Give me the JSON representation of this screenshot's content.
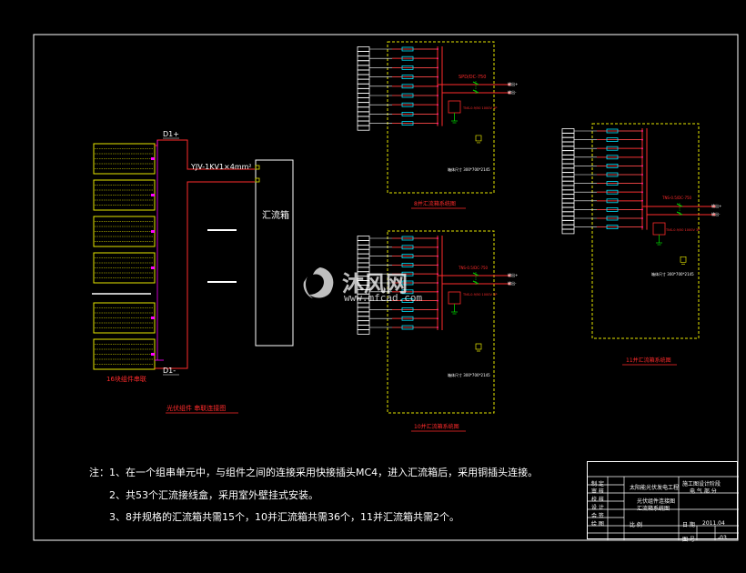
{
  "diagram": {
    "pv_string": {
      "top_terminal": "D1+",
      "bottom_terminal": "D1-",
      "cable": "YJV-1KV1×4mm²",
      "combiner_box": "汇流箱",
      "string_label": "16块组件串联",
      "caption": "光伏组件 串联连接图",
      "module_count": 6
    },
    "box_8": {
      "caption": "8并汇流箱系统图",
      "spd_label": "SPD/DC-750",
      "inputs": 8,
      "fuses": 9,
      "breaker_label": "TNS-0.9/50 1000V 3P",
      "size_label": "箱体尺寸 300*700*2145",
      "outputs": [
        "输出+",
        "输出-"
      ]
    },
    "box_10": {
      "caption": "10并汇流箱系统图",
      "spd_label": "TNS-0.5/DC-750",
      "inputs": 10,
      "fuses": 11,
      "breaker_label": "TNS-0.9/50 1000V 3P",
      "size_label": "箱体尺寸 300*700*2145",
      "outputs": [
        "输出+",
        "输出-"
      ]
    },
    "box_11": {
      "caption": "11并汇流箱系统图",
      "spd_label": "TNS-0.5/DC-750",
      "inputs": 11,
      "fuses": 12,
      "breaker_label": "TNS-0.9/50 1000V 3P",
      "size_label": "箱体尺寸 300*700*2145",
      "outputs": [
        "输出+",
        "输出-"
      ]
    }
  },
  "notes": {
    "line1": "注：1、在一个组串单元中，与组件之间的连接采用快接插头MC4，进入汇流箱后，采用铜插头连接。",
    "line2": "2、共53个汇流接线盒，采用室外壁挂式安装。",
    "line3": "3、8并规格的汇流箱共需15个，10并汇流箱共需36个，11并汇流箱共需2个。"
  },
  "title_block": {
    "r1": "制 定",
    "r2": "审 核",
    "r3": "校 核",
    "r4": "设 计",
    "r5": "会 签",
    "r6": "绘 图",
    "company": "太阳能光伏发电工程",
    "phase": "施工图设计阶段",
    "discipline": "电 气 部 分",
    "drawing_name_1": "光伏组件连接图",
    "drawing_name_2": "汇流箱系统图",
    "scale_label": "比 例",
    "date_label": "日 期",
    "date_value": "2011.04",
    "no_label": "图 号",
    "no_value": "-03"
  },
  "watermark": {
    "text": "沐风网",
    "url": "www.mfcad.com"
  },
  "colors": {
    "frame": "#ffffff",
    "yellow": "#e6e600",
    "red": "#ff2b2b",
    "green": "#00d000",
    "cyan": "#00e5ff",
    "magenta": "#ff00ff",
    "module": "#e6e600"
  }
}
